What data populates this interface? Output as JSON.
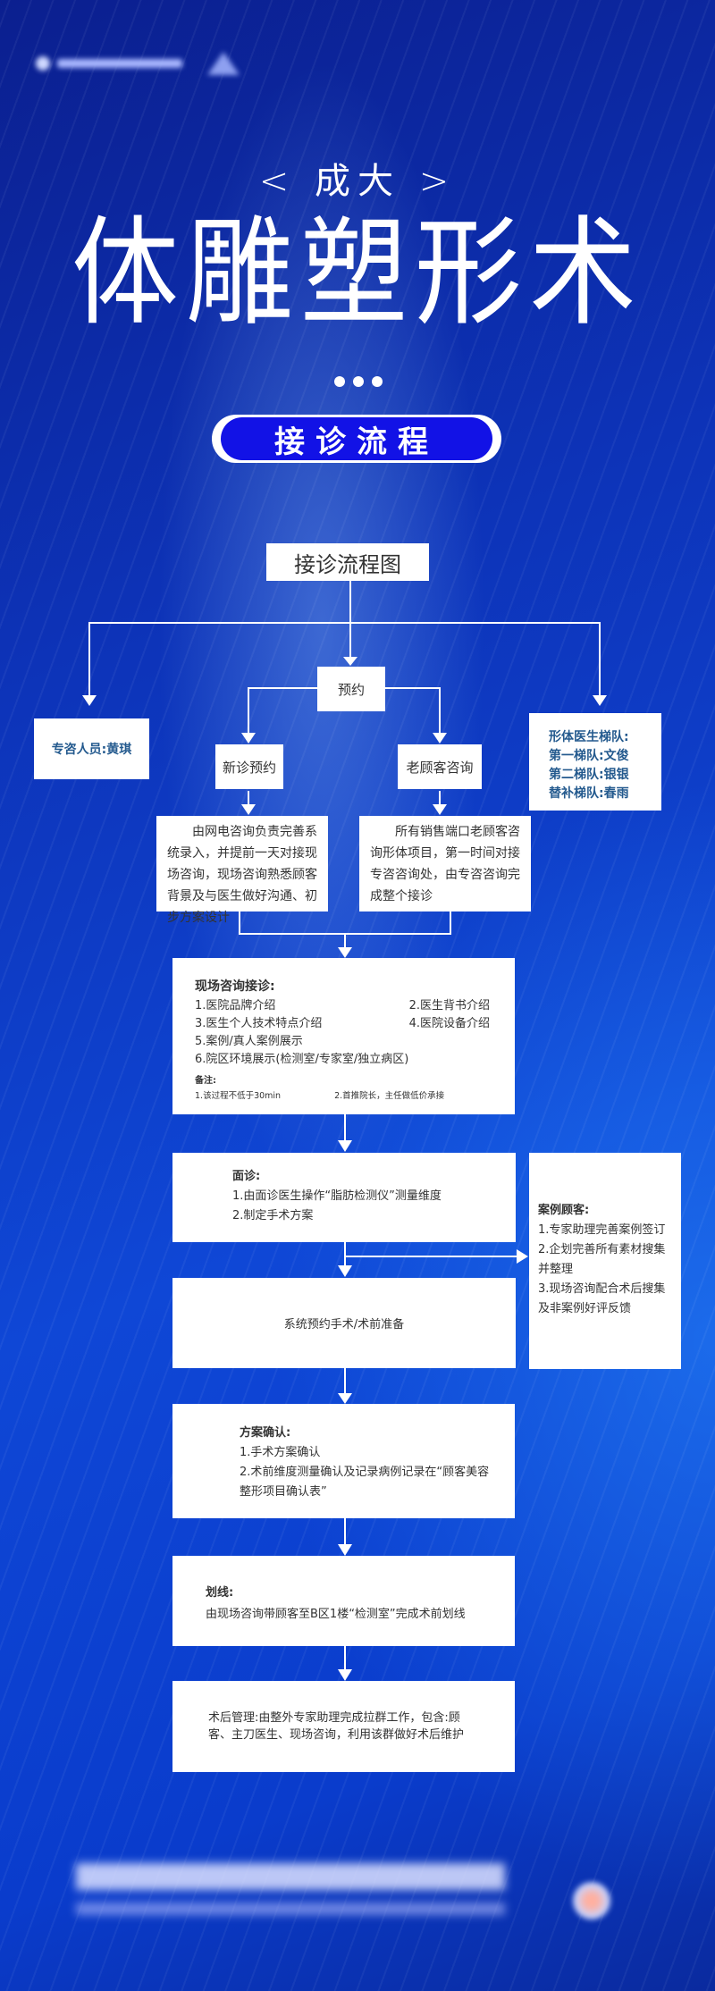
{
  "header": {
    "subtitle": "< 成大 >",
    "title": "体雕塑形术",
    "badge": "接诊流程"
  },
  "flow": {
    "title": "接诊流程图",
    "appointment": "预约",
    "specialist": "专咨人员:黄琪",
    "new_appt": "新诊预约",
    "old_customer": "老顾客咨询",
    "doctor_team": [
      "形体医生梯队:",
      "第一梯队:文俊",
      "第二梯队:银银",
      "替补梯队:春雨"
    ],
    "new_desc": "由网电咨询负责完善系统录入，并提前一天对接现场咨询，现场咨询熟悉顾客背景及与医生做好沟通、初步方案设计",
    "old_desc": "所有销售端口老顾客咨询形体项目，第一时间对接专咨咨询处，由专咨咨询完成整个接诊",
    "onsite": {
      "heading": "现场咨询接诊:",
      "items": [
        "1.医院品牌介绍",
        "2.医生背书介绍",
        "3.医生个人技术特点介绍",
        "4.医院设备介绍",
        "5.案例/真人案例展示",
        "6.院区环境展示(检测室/专家室/独立病区)"
      ],
      "note_label": "备注:",
      "notes": [
        "1.该过程不低于30min",
        "2.首推院长，主任做低价承接"
      ]
    },
    "face": {
      "heading": "面诊:",
      "items": [
        "1.由面诊医生操作“脂肪检测仪”测量维度",
        "2.制定手术方案"
      ]
    },
    "case": {
      "heading": "案例顾客:",
      "items": [
        "1.专家助理完善案例签订",
        "2.企划完善所有素材搜集并整理",
        "3.现场咨询配合术后搜集及非案例好评反馈"
      ]
    },
    "booking": "系统预约手术/术前准备",
    "plan": {
      "heading": "方案确认:",
      "items": [
        "1.手术方案确认",
        "2.术前维度测量确认及记录病例记录在“顾客美容整形项目确认表”"
      ]
    },
    "marking": {
      "heading": "划线:",
      "text": "由现场咨询带顾客至B区1楼“检测室”完成术前划线"
    },
    "post": "术后管理:由整外专家助理完成拉群工作，包含:顾客、主刀医生、现场咨询，利用该群做好术后维护"
  }
}
